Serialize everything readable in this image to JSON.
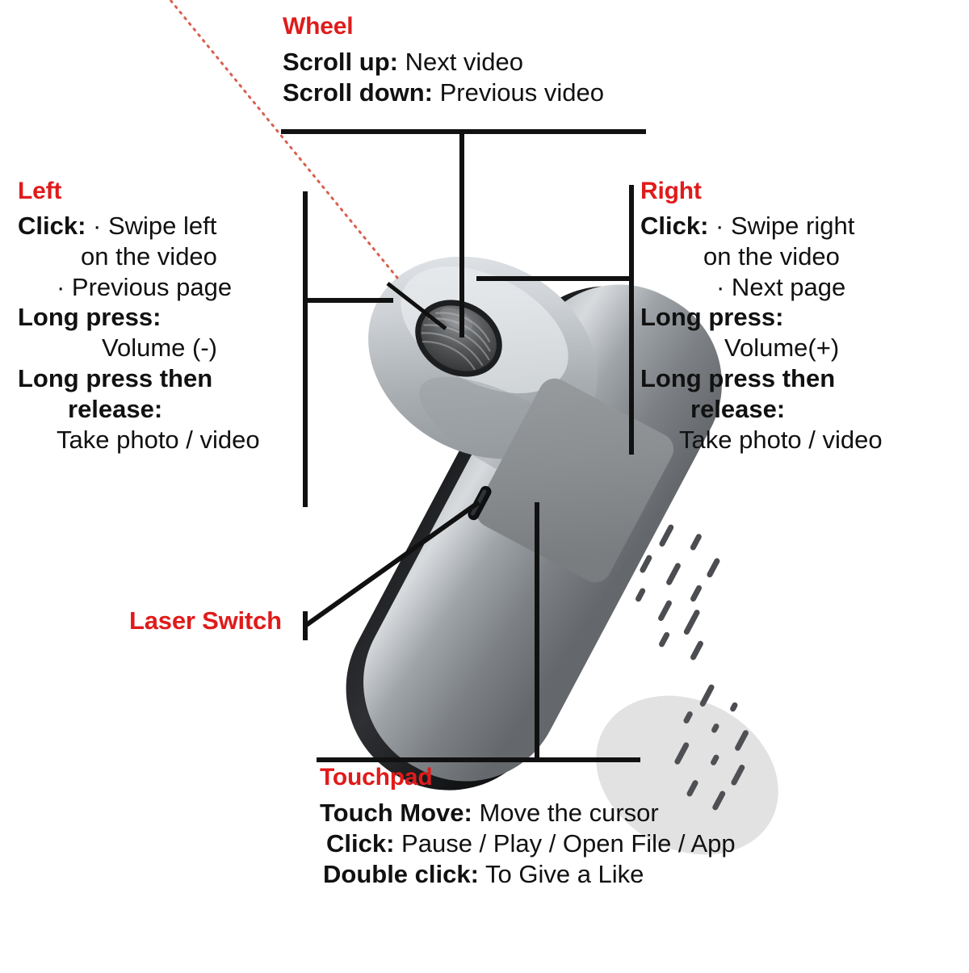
{
  "product": {
    "name": "Wireless presenter remote control",
    "colors": {
      "heading_red": "#e01b1b",
      "body_text": "#111111",
      "leader_line": "#111111",
      "laser_beam": "#d8604f",
      "device_top_silver": "#c9cdd0",
      "device_body_grey": "#7e8286",
      "device_edge_black": "#26282b",
      "touchpad_grey": "#8a8d90",
      "wheel_dark": "#4a4c4e"
    }
  },
  "callouts": {
    "wheel": {
      "title": "Wheel",
      "rows": [
        {
          "label": "Scroll up:",
          "value": " Next video"
        },
        {
          "label": "Scroll down:",
          "value": " Previous video"
        }
      ]
    },
    "left": {
      "title": "Left",
      "rows": [
        {
          "label": "Click:",
          "value": " · Swipe left"
        },
        {
          "label": "",
          "value": "on the video"
        },
        {
          "label": "",
          "value": "· Previous page"
        },
        {
          "label": "Long press:",
          "value": ""
        },
        {
          "label": "",
          "value": "Volume (-)"
        },
        {
          "label": "Long press then",
          "value": ""
        },
        {
          "label": "release:",
          "value": ""
        },
        {
          "label": "",
          "value": "Take photo / video"
        }
      ]
    },
    "right": {
      "title": "Right",
      "rows": [
        {
          "label": "Click:",
          "value": " · Swipe right"
        },
        {
          "label": "",
          "value": "on the video"
        },
        {
          "label": "",
          "value": "· Next page"
        },
        {
          "label": "Long press:",
          "value": ""
        },
        {
          "label": "",
          "value": "Volume(+)"
        },
        {
          "label": "Long press then",
          "value": ""
        },
        {
          "label": "release:",
          "value": ""
        },
        {
          "label": "",
          "value": "Take photo / video"
        }
      ]
    },
    "laser": {
      "title": "Laser Switch"
    },
    "touchpad": {
      "title": "Touchpad",
      "rows": [
        {
          "label": "Touch Move:",
          "value": " Move the cursor"
        },
        {
          "label": "Click:",
          "value": " Pause / Play / Open File / App"
        },
        {
          "label": "Double click:",
          "value": " To Give a Like"
        }
      ]
    }
  }
}
